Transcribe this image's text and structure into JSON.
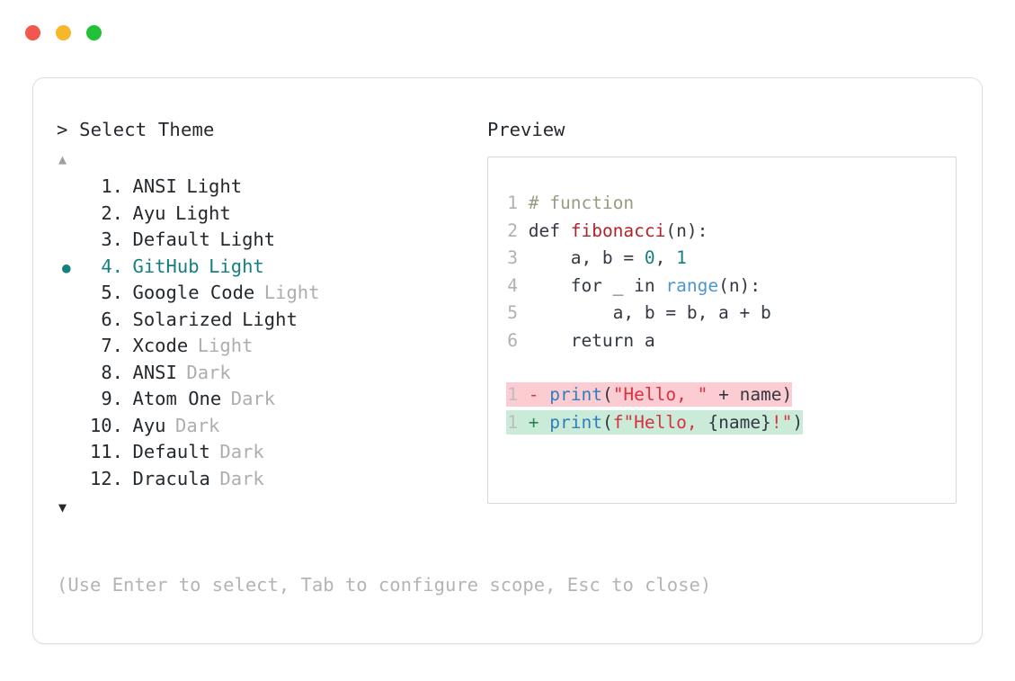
{
  "window": {
    "traffic_lights": [
      {
        "name": "close-dot",
        "color": "#f2564e"
      },
      {
        "name": "minimize-dot",
        "color": "#f6b72a"
      },
      {
        "name": "maximize-dot",
        "color": "#23c03a"
      }
    ]
  },
  "colors": {
    "accent_teal": "#168080",
    "muted_gray": "#aeaeae",
    "text": "#24292e",
    "diff_del_bg": "#fbcdd2",
    "diff_add_bg": "#caebd8",
    "border": "#dedede",
    "preview_border": "#d8d8d8"
  },
  "selector": {
    "prompt_symbol": ">",
    "prompt_label": "Select Theme",
    "scroll_up_icon": "▲",
    "scroll_down_icon": "▼",
    "selected_bullet": "●",
    "selected_index": 4,
    "items": [
      {
        "index": "1.",
        "name": "ANSI",
        "variant": "Light",
        "variant_muted": false,
        "selected": false
      },
      {
        "index": "2.",
        "name": "Ayu",
        "variant": "Light",
        "variant_muted": false,
        "selected": false
      },
      {
        "index": "3.",
        "name": "Default",
        "variant": "Light",
        "variant_muted": false,
        "selected": false
      },
      {
        "index": "4.",
        "name": "GitHub",
        "variant": "Light",
        "variant_muted": false,
        "selected": true
      },
      {
        "index": "5.",
        "name": "Google Code",
        "variant": "Light",
        "variant_muted": true,
        "selected": false
      },
      {
        "index": "6.",
        "name": "Solarized",
        "variant": "Light",
        "variant_muted": false,
        "selected": false
      },
      {
        "index": "7.",
        "name": "Xcode",
        "variant": "Light",
        "variant_muted": true,
        "selected": false
      },
      {
        "index": "8.",
        "name": "ANSI",
        "variant": "Dark",
        "variant_muted": true,
        "selected": false
      },
      {
        "index": "9.",
        "name": "Atom One",
        "variant": "Dark",
        "variant_muted": true,
        "selected": false
      },
      {
        "index": "10.",
        "name": "Ayu",
        "variant": "Dark",
        "variant_muted": true,
        "selected": false
      },
      {
        "index": "11.",
        "name": "Default",
        "variant": "Dark",
        "variant_muted": true,
        "selected": false
      },
      {
        "index": "12.",
        "name": "Dracula",
        "variant": "Dark",
        "variant_muted": true,
        "selected": false
      }
    ]
  },
  "preview": {
    "label": "Preview",
    "code_lines": [
      {
        "ln": "1",
        "tokens": [
          {
            "t": " ",
            "c": "plain"
          },
          {
            "t": "# function",
            "c": "comment"
          }
        ]
      },
      {
        "ln": "2",
        "tokens": [
          {
            "t": " ",
            "c": "plain"
          },
          {
            "t": "def ",
            "c": "kw"
          },
          {
            "t": "fibonacci",
            "c": "fn"
          },
          {
            "t": "(n):",
            "c": "punct"
          }
        ]
      },
      {
        "ln": "3",
        "tokens": [
          {
            "t": "     a, b = ",
            "c": "plain"
          },
          {
            "t": "0",
            "c": "num"
          },
          {
            "t": ", ",
            "c": "plain"
          },
          {
            "t": "1",
            "c": "num"
          }
        ]
      },
      {
        "ln": "4",
        "tokens": [
          {
            "t": "     for _ in ",
            "c": "plain"
          },
          {
            "t": "range",
            "c": "builtin"
          },
          {
            "t": "(n):",
            "c": "punct"
          }
        ]
      },
      {
        "ln": "5",
        "tokens": [
          {
            "t": "         a, b = b, a + b",
            "c": "plain"
          }
        ]
      },
      {
        "ln": "6",
        "tokens": [
          {
            "t": "     return a",
            "c": "plain"
          }
        ]
      }
    ],
    "diff_lines": [
      {
        "ln": "1",
        "kind": "del",
        "sign": "-",
        "tokens": [
          {
            "t": "print",
            "c": "call"
          },
          {
            "t": "(",
            "c": "punct"
          },
          {
            "t": "\"Hello, \"",
            "c": "string"
          },
          {
            "t": " + name",
            "c": "plain"
          },
          {
            "t": ")",
            "c": "punct"
          }
        ]
      },
      {
        "ln": "1",
        "kind": "add",
        "sign": "+",
        "tokens": [
          {
            "t": "print",
            "c": "call"
          },
          {
            "t": "(",
            "c": "punct"
          },
          {
            "t": "f",
            "c": "string"
          },
          {
            "t": "\"Hello, ",
            "c": "string"
          },
          {
            "t": "{name}",
            "c": "plain"
          },
          {
            "t": "!",
            "c": "string"
          },
          {
            "t": "\"",
            "c": "string"
          },
          {
            "t": ")",
            "c": "punct"
          }
        ]
      }
    ]
  },
  "footer": {
    "hint": "(Use Enter to select, Tab to configure scope, Esc to close)"
  }
}
